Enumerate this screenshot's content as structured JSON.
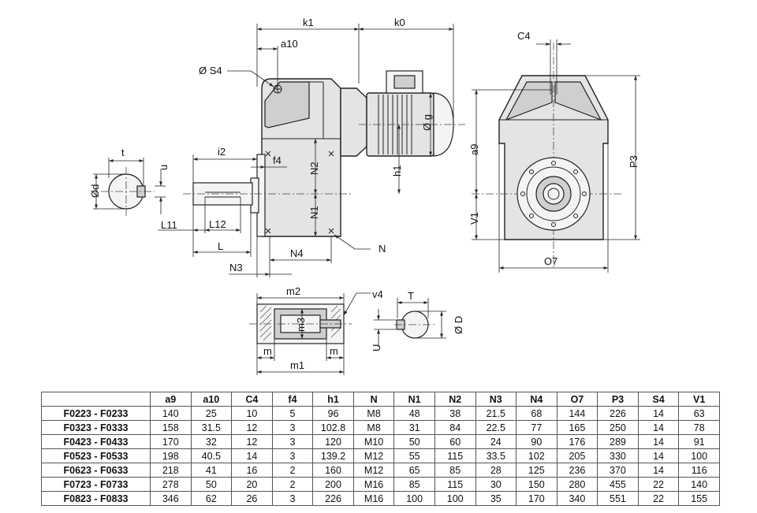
{
  "labels": {
    "k1": "k1",
    "k0": "k0",
    "a10": "a10",
    "s4": "Ø S4",
    "c4": "C4",
    "t": "t",
    "i2": "i2",
    "f4": "f4",
    "u": "u",
    "d": "Ød",
    "n2": "N2",
    "n1": "N1",
    "h1": "h1",
    "g": "Ø g",
    "l11": "L11",
    "l12": "L12",
    "l": "L",
    "n4": "N4",
    "n3": "N3",
    "n": "N",
    "a9": "a9",
    "v1": "V1",
    "p3": "P3",
    "o7": "O7",
    "m2": "m2",
    "m3": "m3",
    "m_left": "m",
    "m_right": "m",
    "m1": "m1",
    "v4": "v4",
    "T": "T",
    "U": "U",
    "D": "Ø D"
  },
  "table": {
    "headers": [
      "",
      "a9",
      "a10",
      "C4",
      "f4",
      "h1",
      "N",
      "N1",
      "N2",
      "N3",
      "N4",
      "O7",
      "P3",
      "S4",
      "V1"
    ],
    "rows": [
      [
        "F0223 - F0233",
        "140",
        "25",
        "10",
        "5",
        "96",
        "M8",
        "48",
        "38",
        "21.5",
        "68",
        "144",
        "226",
        "14",
        "63"
      ],
      [
        "F0323 - F0333",
        "158",
        "31.5",
        "12",
        "3",
        "102.8",
        "M8",
        "31",
        "84",
        "22.5",
        "77",
        "165",
        "250",
        "14",
        "78"
      ],
      [
        "F0423 - F0433",
        "170",
        "32",
        "12",
        "3",
        "120",
        "M10",
        "50",
        "60",
        "24",
        "90",
        "176",
        "289",
        "14",
        "91"
      ],
      [
        "F0523 - F0533",
        "198",
        "40.5",
        "14",
        "3",
        "139.2",
        "M12",
        "55",
        "115",
        "33.5",
        "102",
        "205",
        "330",
        "14",
        "100"
      ],
      [
        "F0623 - F0633",
        "218",
        "41",
        "16",
        "2",
        "160",
        "M12",
        "65",
        "85",
        "28",
        "125",
        "236",
        "370",
        "14",
        "116"
      ],
      [
        "F0723 - F0733",
        "278",
        "50",
        "20",
        "2",
        "200",
        "M16",
        "85",
        "115",
        "30",
        "150",
        "280",
        "455",
        "22",
        "140"
      ],
      [
        "F0823 - F0833",
        "346",
        "62",
        "26",
        "3",
        "226",
        "M16",
        "100",
        "100",
        "35",
        "170",
        "340",
        "551",
        "22",
        "155"
      ]
    ]
  }
}
